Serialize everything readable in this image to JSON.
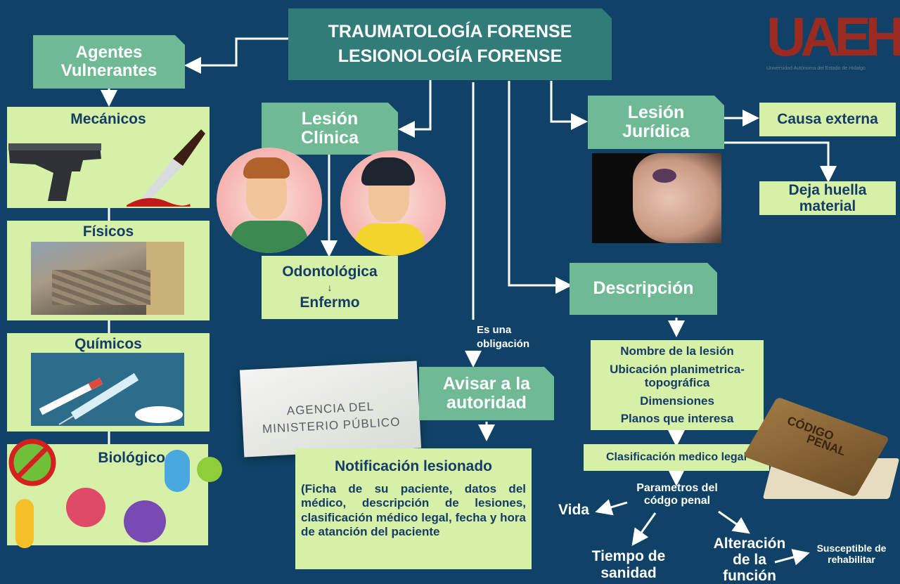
{
  "title": {
    "line1": "TRAUMATOLOGÍA FORENSE",
    "line2": "LESIONOLOGÍA FORENSE"
  },
  "logo": {
    "text": "UAEH",
    "subtitle": "Universidad Autónoma del Estado de Hidalgo",
    "color": "#9b2b21"
  },
  "agentes": {
    "title": "Agentes Vulnerantes",
    "items": [
      "Mecánicos",
      "Físicos",
      "Químicos",
      "Biológicos"
    ]
  },
  "lesion_clinica": {
    "title": "Lesión Clínica",
    "odonto": "Odontológica",
    "enfermo": "Enfermo"
  },
  "lesion_juridica": {
    "title": "Lesión Jurídica",
    "causa": "Causa externa",
    "huella": "Deja huella material"
  },
  "obligacion": "Es una obligación",
  "avisar": "Avisar a la autoridad",
  "agencia": {
    "line1": "AGENCIA DEL",
    "line2": "MINISTERIO PÚBLICO"
  },
  "notificacion": {
    "title": "Notificación lesionado",
    "body": "(Ficha de su paciente, datos del médico, descripción de lesiones, clasificación médico legal, fecha y hora de atanción del paciente"
  },
  "descripcion": {
    "title": "Descripción",
    "items": [
      "Nombre de la lesión",
      "Ubicación planimetrica-topográfica",
      "Dimensiones",
      "Planos que interesa"
    ]
  },
  "clasificacion": "Clasificación medico legal",
  "parametros": "Parametros del códgo penal",
  "vida": "Vida",
  "tiempo": "Tiempo de sanidad",
  "alteracion": "Alteración de la función",
  "susceptible": "Susceptible de rehabilitar",
  "codigo": {
    "line1": "CÓDIGO",
    "line2": "PENAL"
  },
  "colors": {
    "background": "#0f4266",
    "teal": "#6fba95",
    "dark_teal": "#317c78",
    "green_box": "#d6f0a8",
    "navy_text": "#153c66"
  }
}
